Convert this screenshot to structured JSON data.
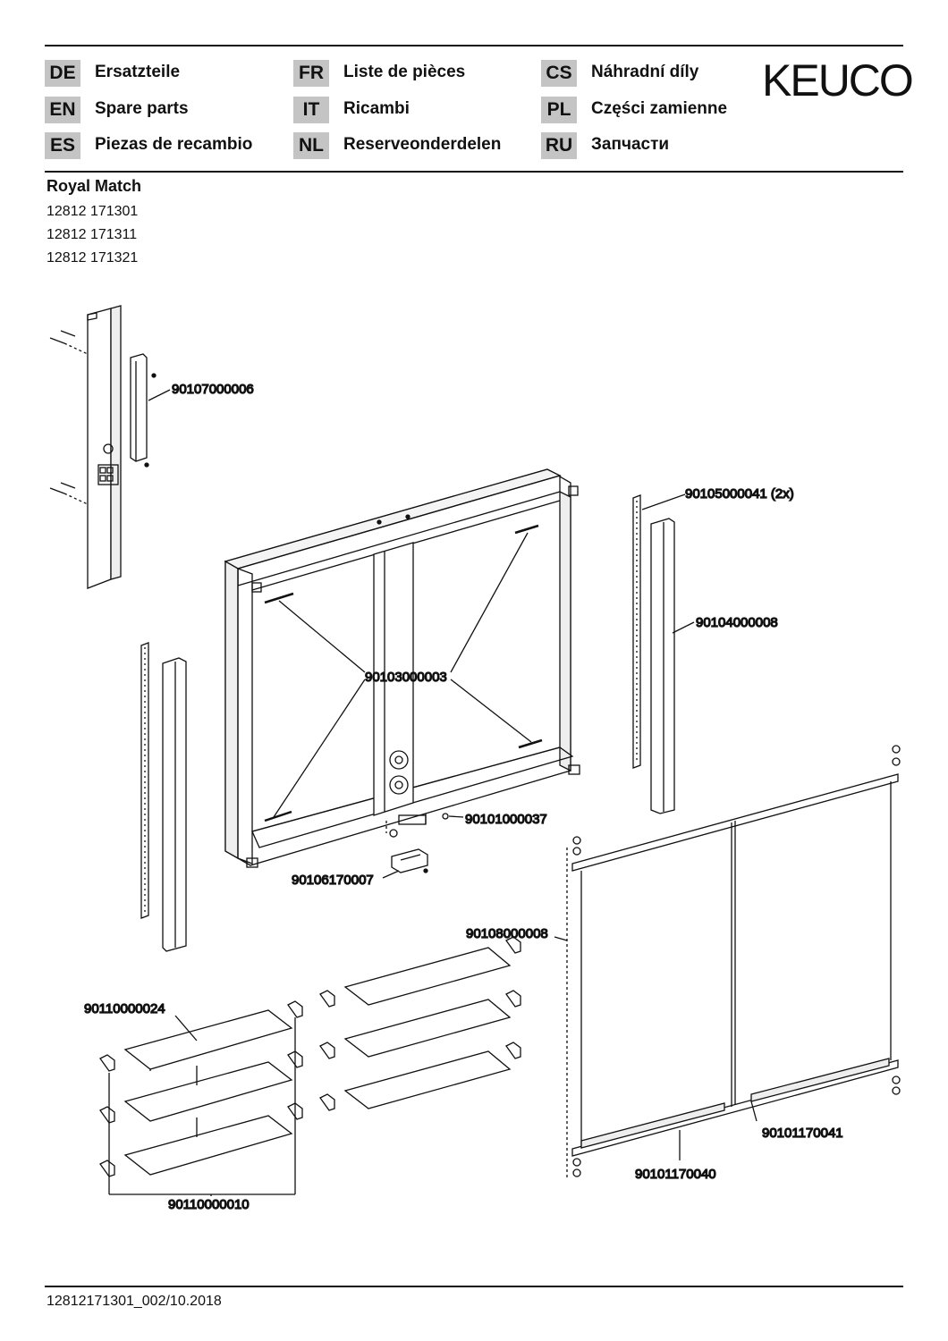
{
  "header": {
    "languages": [
      {
        "code": "DE",
        "label": "Ersatzteile"
      },
      {
        "code": "EN",
        "label": "Spare parts"
      },
      {
        "code": "ES",
        "label": "Piezas de recambio"
      },
      {
        "code": "FR",
        "label": "Liste de pièces"
      },
      {
        "code": "IT",
        "label": "Ricambi"
      },
      {
        "code": "NL",
        "label": "Reserveonderdelen"
      },
      {
        "code": "CS",
        "label": "Náhradní díly"
      },
      {
        "code": "PL",
        "label": "Części zamienne"
      },
      {
        "code": "RU",
        "label": "Запчасти"
      }
    ],
    "brand": "KEUCO"
  },
  "product": {
    "name": "Royal Match",
    "article_numbers": [
      "12812 171301",
      "12812 171311",
      "12812 171321"
    ]
  },
  "parts": {
    "p1": "90107000006",
    "p2": "90105000041 (2x)",
    "p3": "90104000008",
    "p4": "90103000003",
    "p5": "90101000037",
    "p6": "90106170007",
    "p7": "90108000008",
    "p8": "90110000024",
    "p9": "90110000010",
    "p10": "90101170041",
    "p11": "90101170040"
  },
  "footer": {
    "doc_ref": "12812171301_002/10.2018"
  }
}
